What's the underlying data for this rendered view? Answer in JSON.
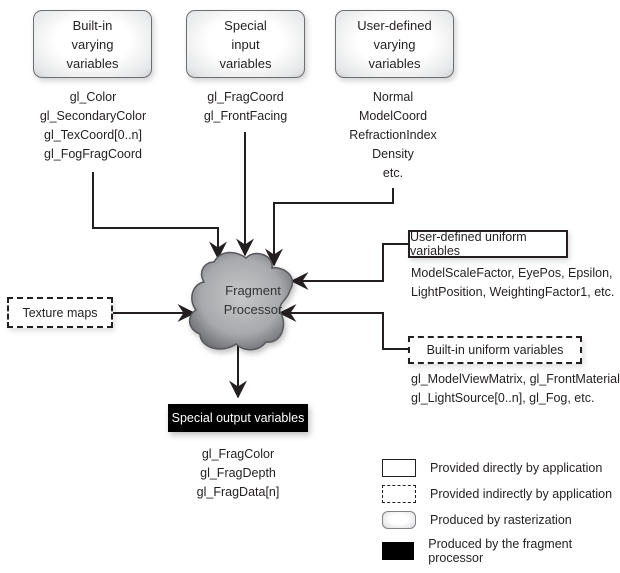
{
  "inputs_top": [
    {
      "id": "builtin-varying",
      "title_lines": [
        "Built-in",
        "varying",
        "variables"
      ],
      "items": [
        "gl_Color",
        "gl_SecondaryColor",
        "gl_TexCoord[0..n]",
        "gl_FogFragCoord"
      ]
    },
    {
      "id": "special-input",
      "title_lines": [
        "Special",
        "input",
        "variables"
      ],
      "items": [
        "gl_FragCoord",
        "gl_FrontFacing"
      ]
    },
    {
      "id": "user-varying",
      "title_lines": [
        "User-defined",
        "varying",
        "variables"
      ],
      "items": [
        "Normal",
        "ModelCoord",
        "RefractionIndex",
        "Density",
        "etc."
      ]
    }
  ],
  "processor": {
    "label_lines": [
      "Fragment",
      "Processor"
    ]
  },
  "texture": {
    "label": "Texture maps"
  },
  "user_uniforms": {
    "label": "User-defined uniform variables",
    "items": [
      "ModelScaleFactor, EyePos, Epsilon,",
      "LightPosition, WeightingFactor1, etc."
    ]
  },
  "builtin_uniforms": {
    "label": "Built-in uniform variables",
    "items": [
      "gl_ModelViewMatrix, gl_FrontMaterial,",
      "gl_LightSource[0..n],  gl_Fog, etc."
    ]
  },
  "outputs": {
    "label": "Special output variables",
    "items": [
      "gl_FragColor",
      "gl_FragDepth",
      "gl_FragData[n]"
    ]
  },
  "legend": [
    {
      "style": "solid",
      "label": "Provided directly by application"
    },
    {
      "style": "dashed",
      "label": "Provided indirectly by application"
    },
    {
      "style": "raster",
      "label": "Produced by rasterization"
    },
    {
      "style": "black",
      "label": "Produced by the fragment processor"
    }
  ],
  "colors": {
    "line": "#231f20",
    "processor_fill": "#9d9fa2",
    "processor_edge": "#58595b"
  }
}
